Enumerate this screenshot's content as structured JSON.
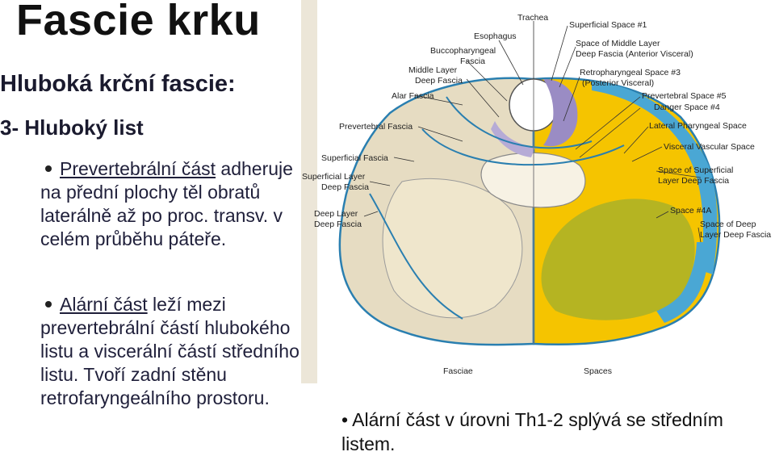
{
  "title": "Fascie krku",
  "subtitle": "Hluboká krční fascie:",
  "section": "3- Hluboký list",
  "bullets": [
    {
      "link": "Prevertebrální část",
      "rest": " adheruje na přední plochy těl obratů laterálně až po proc. transv. v celém průběhu páteře."
    },
    {
      "link": "Alární část",
      "rest": " leží mezi prevertebrální částí hlubokého listu a viscerální částí středního listu. Tvoří zadní stěnu retrofaryngeálního prostoru."
    }
  ],
  "figure": {
    "labels": {
      "trachea": "Trachea",
      "esophagus": "Esophagus",
      "bucco1": "Buccopharyngeal",
      "bucco2": "Fascia",
      "middle1": "Middle Layer",
      "middle2": "Deep Fascia",
      "alar": "Alar Fascia",
      "prevertebral": "Prevertebral Fascia",
      "superficial_fascia": "Superficial Fascia",
      "sup_layer1": "Superficial Layer",
      "sup_layer2": "Deep Fascia",
      "deep_layer1": "Deep Layer",
      "deep_layer2": "Deep Fascia",
      "superficial_space": "Superficial Space #1",
      "middle_space1": "Space of Middle Layer",
      "middle_space2": "Deep Fascia (Anterior Visceral)",
      "retro1": "Retropharyngeal Space #3",
      "retro2": "(Posterior Visceral)",
      "prevertebral_space": "Prevertebral Space #5",
      "danger_space": "Danger Space #4",
      "lateral_pharyngeal": "Lateral Pharyngeal Space",
      "visceral_vascular": "Visceral Vascular Space",
      "sup_space1": "Space of Superficial",
      "sup_space2": "Layer Deep Fascia",
      "space4a": "Space #4A",
      "deep_space1": "Space of Deep",
      "deep_space2": "Layer Deep Fascia",
      "fasciae": "Fasciae",
      "spaces": "Spaces"
    },
    "colors": {
      "yellow": "#f5c400",
      "olive": "#b5b422",
      "blue": "#4aa7d4",
      "purple": "#9a8cc4",
      "tissue": "#efe6cc",
      "line": "#2a7fb0"
    }
  },
  "footnote": "• Alární část v úrovni Th1-2 splývá se středním listem."
}
